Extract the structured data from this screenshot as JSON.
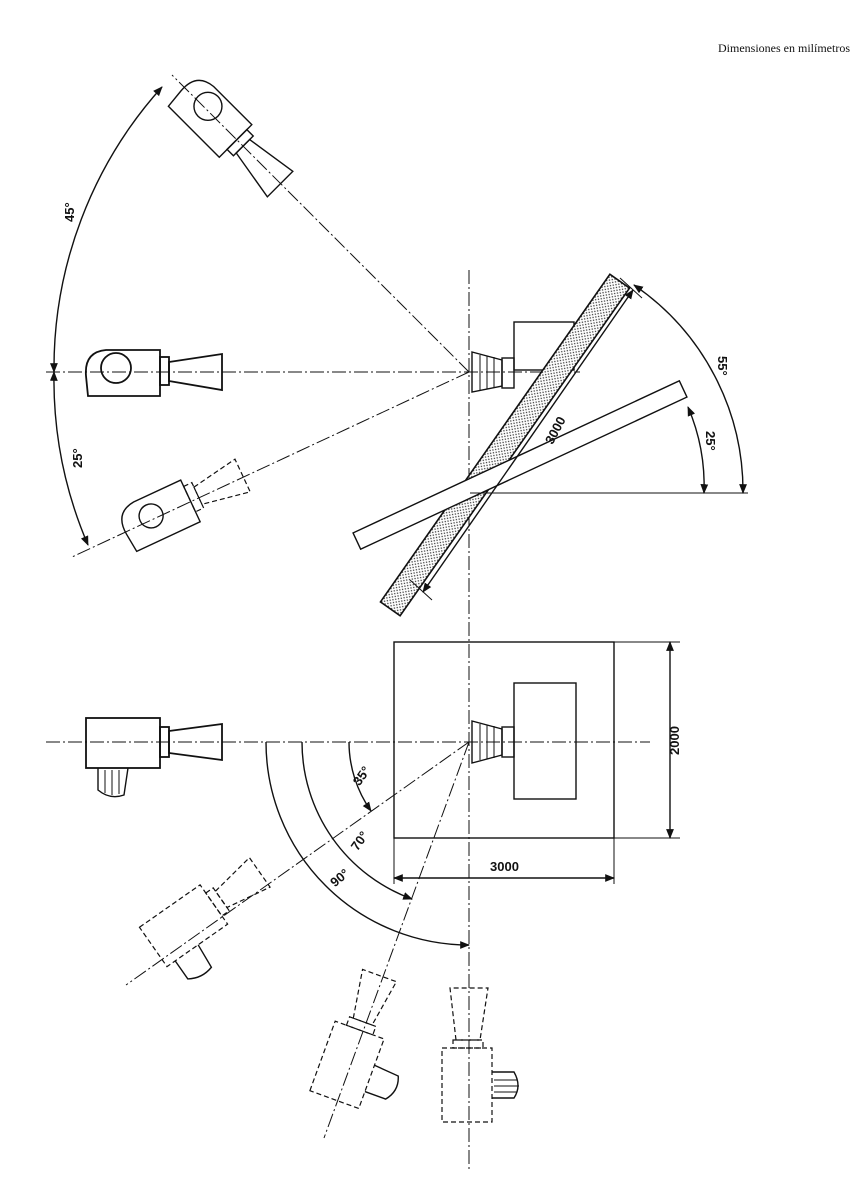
{
  "header": {
    "units_note": "Dimensiones en milímetros"
  },
  "upper_view": {
    "angles": {
      "upper_camera": "45°",
      "lower_camera": "25°",
      "panel_total": "55°",
      "panel_tilt": "25°"
    },
    "panel_length": "3000"
  },
  "lower_view": {
    "angles": {
      "inner": "35°",
      "middle": "70°",
      "outer": "90°"
    },
    "dimensions": {
      "width": "3000",
      "height": "2000"
    }
  }
}
